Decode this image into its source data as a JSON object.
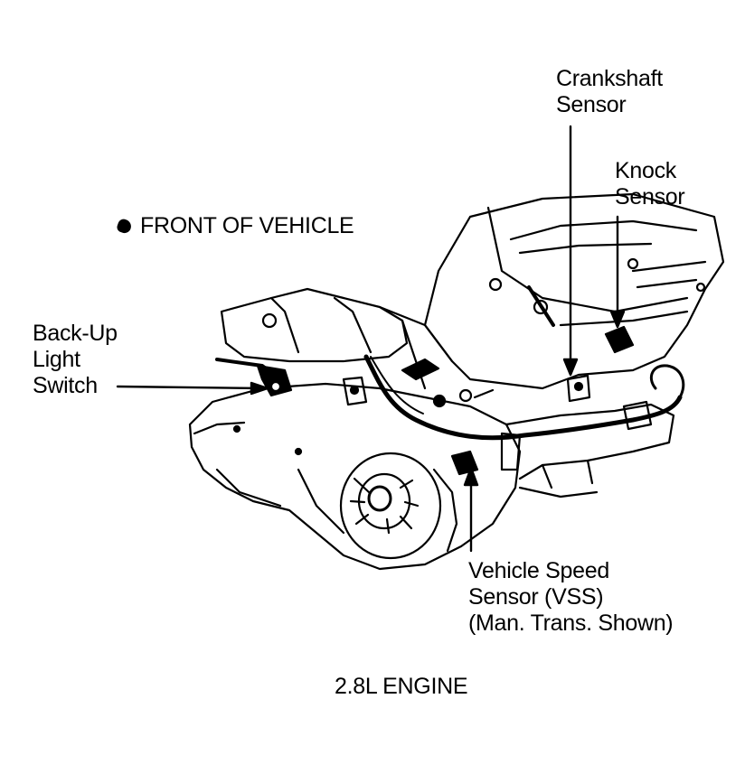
{
  "legend": {
    "front_of_vehicle": "FRONT OF VEHICLE",
    "marker_icon": "front-marker-icon"
  },
  "labels": {
    "crankshaft_sensor": [
      "Crankshaft",
      "Sensor"
    ],
    "knock_sensor": [
      "Knock",
      "Sensor"
    ],
    "backup_light_switch": [
      "Back-Up",
      "Light",
      "Switch"
    ],
    "vehicle_speed_sensor": [
      "Vehicle Speed",
      "Sensor (VSS)",
      "(Man. Trans. Shown)"
    ]
  },
  "caption": "2.8L ENGINE",
  "colors": {
    "ink": "#000000",
    "paper": "#ffffff"
  }
}
